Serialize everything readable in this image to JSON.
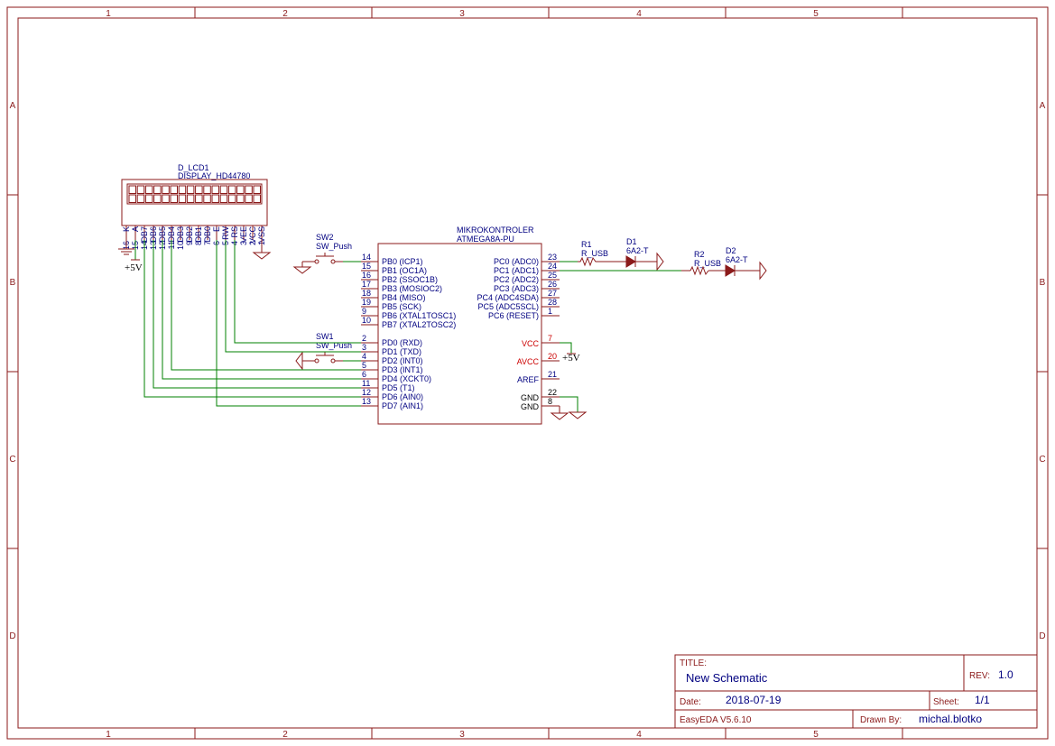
{
  "border": {
    "cols": [
      "1",
      "2",
      "3",
      "4",
      "5"
    ],
    "rows": [
      "A",
      "B",
      "C",
      "D"
    ]
  },
  "title_block": {
    "title_label": "TITLE:",
    "title_value": "New Schematic",
    "rev_label": "REV:",
    "rev_value": "1.0",
    "date_label": "Date:",
    "date_value": "2018-07-19",
    "sheet_label": "Sheet:",
    "sheet_value": "1/1",
    "tool": "EasyEDA V5.6.10",
    "drawn_label": "Drawn By:",
    "drawn_value": "michal.blotko"
  },
  "lcd": {
    "ref": "D_LCD1",
    "value": "DISPLAY_HD44780",
    "pins": [
      {
        "num": "16",
        "name": "K"
      },
      {
        "num": "15",
        "name": "A"
      },
      {
        "num": "14",
        "name": "DB7"
      },
      {
        "num": "13",
        "name": "DB6"
      },
      {
        "num": "12",
        "name": "DB5"
      },
      {
        "num": "11",
        "name": "DB4"
      },
      {
        "num": "10",
        "name": "DB3"
      },
      {
        "num": "9",
        "name": "DB2"
      },
      {
        "num": "8",
        "name": "DB1"
      },
      {
        "num": "7",
        "name": "DB0"
      },
      {
        "num": "6",
        "name": "E"
      },
      {
        "num": "5",
        "name": "RW"
      },
      {
        "num": "4",
        "name": "RS"
      },
      {
        "num": "3",
        "name": "VEE"
      },
      {
        "num": "2",
        "name": "VCC"
      },
      {
        "num": "1",
        "name": "VSS"
      }
    ],
    "power": "+5V"
  },
  "mcu": {
    "ref": "MIKROKONTROLER",
    "value": "ATMEGA8A-PU",
    "left_pins": [
      {
        "num": "14",
        "name": "PB0 (ICP1)"
      },
      {
        "num": "15",
        "name": "PB1 (OC1A)"
      },
      {
        "num": "16",
        "name": "PB2 (SSOC1B)"
      },
      {
        "num": "17",
        "name": "PB3 (MOSIOC2)"
      },
      {
        "num": "18",
        "name": "PB4 (MISO)"
      },
      {
        "num": "19",
        "name": "PB5 (SCK)"
      },
      {
        "num": "9",
        "name": "PB6 (XTAL1TOSC1)"
      },
      {
        "num": "10",
        "name": "PB7 (XTAL2TOSC2)"
      },
      {
        "num": "2",
        "name": "PD0 (RXD)"
      },
      {
        "num": "3",
        "name": "PD1 (TXD)"
      },
      {
        "num": "4",
        "name": "PD2 (INT0)"
      },
      {
        "num": "5",
        "name": "PD3 (INT1)"
      },
      {
        "num": "6",
        "name": "PD4 (XCKT0)"
      },
      {
        "num": "11",
        "name": "PD5 (T1)"
      },
      {
        "num": "12",
        "name": "PD6 (AIN0)"
      },
      {
        "num": "13",
        "name": "PD7 (AIN1)"
      }
    ],
    "right_pins": [
      {
        "num": "23",
        "name": "PC0 (ADC0)"
      },
      {
        "num": "24",
        "name": "PC1 (ADC1)"
      },
      {
        "num": "25",
        "name": "PC2 (ADC2)"
      },
      {
        "num": "26",
        "name": "PC3 (ADC3)"
      },
      {
        "num": "27",
        "name": "PC4 (ADC4SDA)"
      },
      {
        "num": "28",
        "name": "PC5 (ADC5SCL)"
      },
      {
        "num": "1",
        "name": "PC6 (RESET)"
      }
    ],
    "vcc": {
      "num": "7",
      "name": "VCC"
    },
    "avcc": {
      "num": "20",
      "name": "AVCC"
    },
    "aref": {
      "num": "21",
      "name": "AREF"
    },
    "gnd1": {
      "num": "22",
      "name": "GND"
    },
    "gnd2": {
      "num": "8",
      "name": "GND"
    },
    "power": "+5V"
  },
  "sw1": {
    "ref": "SW1",
    "value": "SW_Push"
  },
  "sw2": {
    "ref": "SW2",
    "value": "SW_Push"
  },
  "r1": {
    "ref": "R1",
    "value": "R_USB"
  },
  "r2": {
    "ref": "R2",
    "value": "R_USB"
  },
  "d1": {
    "ref": "D1",
    "value": "6A2-T"
  },
  "d2": {
    "ref": "D2",
    "value": "6A2-T"
  }
}
